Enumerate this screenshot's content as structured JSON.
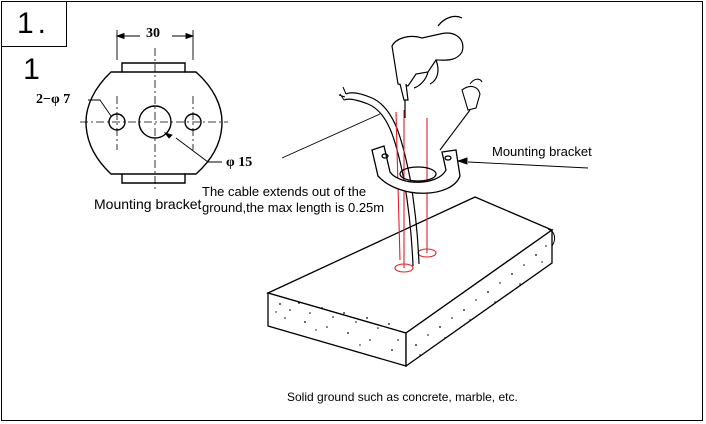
{
  "step": {
    "label": "1. 1"
  },
  "bracket_drawing": {
    "width_dim": "30",
    "hole_small": "2−φ 7",
    "hole_center": "φ 15",
    "caption": "Mounting bracket"
  },
  "install_drawing": {
    "cable_note": "The cable extends out of the ground,the max length is 0.25m",
    "bracket_callout": "Mounting bracket",
    "ground_caption": "Solid ground such as concrete, marble, etc."
  },
  "colors": {
    "line": "#000000",
    "drill_axis": "#e0202a",
    "background": "#ffffff"
  }
}
